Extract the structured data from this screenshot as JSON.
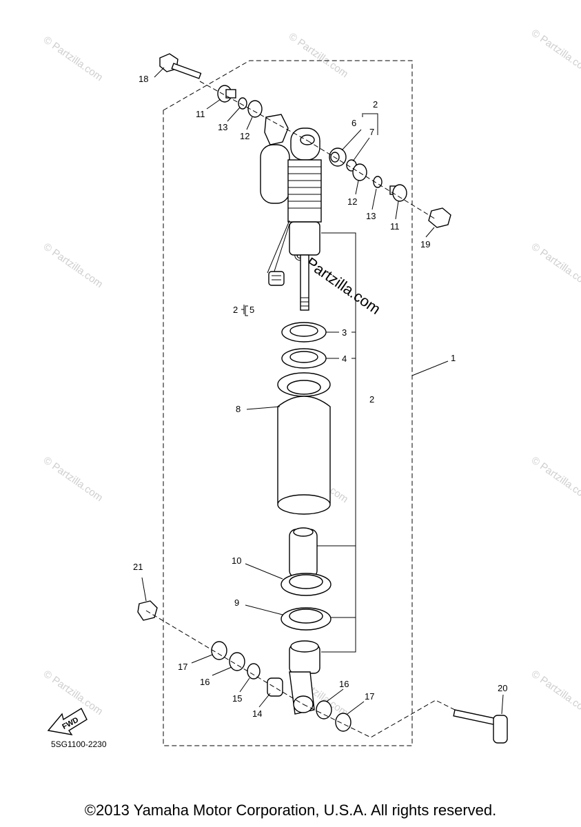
{
  "callouts": [
    "1",
    "2",
    "2",
    "2",
    "3",
    "4",
    "5",
    "6",
    "7",
    "8",
    "9",
    "10",
    "11",
    "11",
    "12",
    "12",
    "13",
    "13",
    "14",
    "15",
    "16",
    "16",
    "17",
    "17",
    "18",
    "19",
    "20",
    "21"
  ],
  "fwd_label": "FWD",
  "drawing_code": "5SG1100-2230",
  "watermark_small": "© Partzilla.com",
  "watermark_large": "© Partzilla.com",
  "copyright": "©2013 Yamaha Motor Corporation, U.S.A. All rights reserved."
}
